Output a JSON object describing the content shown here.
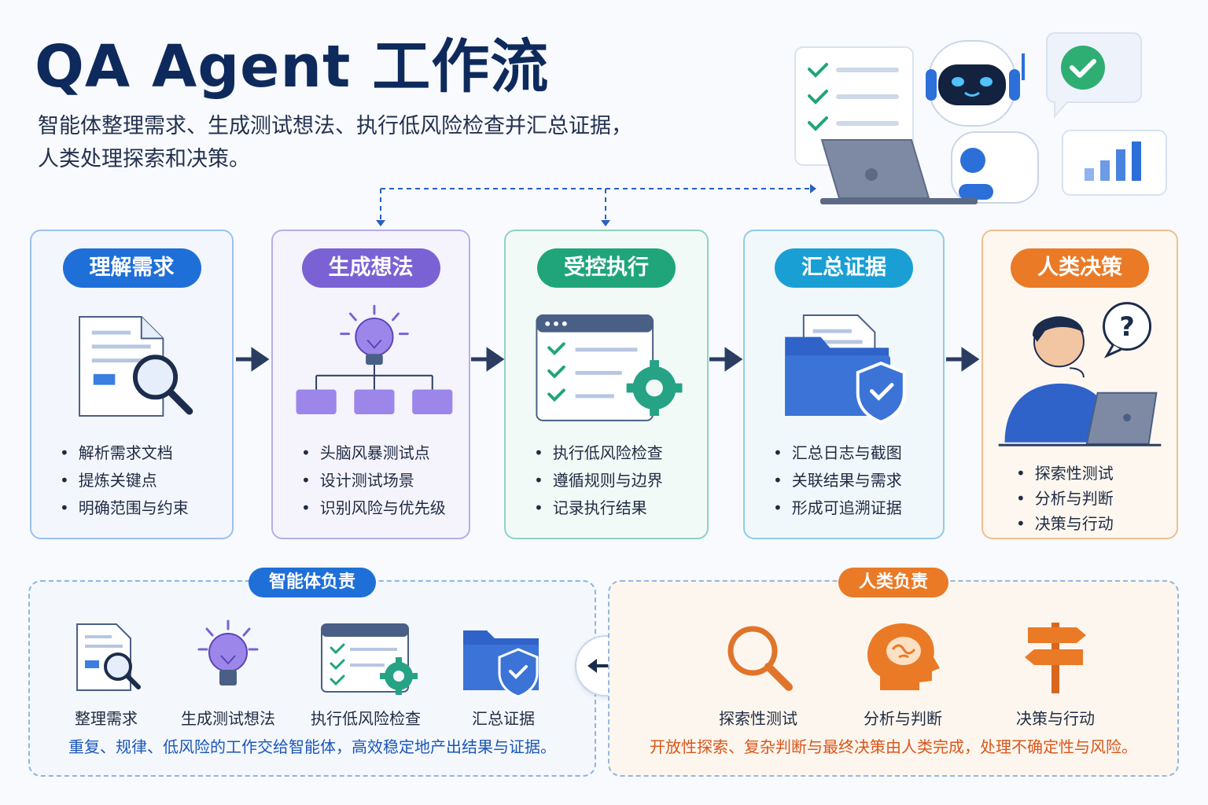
{
  "header": {
    "title": "QA Agent 工作流",
    "subtitle_line1": "智能体整理需求、生成测试想法、执行低风险检查并汇总证据，",
    "subtitle_line2": "人类处理探索和决策。"
  },
  "stages": [
    {
      "title": "理解需求",
      "color": "#1f6fd8",
      "icon": "document-search-icon",
      "items": [
        "解析需求文档",
        "提炼关键点",
        "明确范围与约束"
      ]
    },
    {
      "title": "生成想法",
      "color": "#7a62d4",
      "icon": "lightbulb-tree-icon",
      "items": [
        "头脑风暴测试点",
        "设计测试场景",
        "识别风险与优先级"
      ]
    },
    {
      "title": "受控执行",
      "color": "#20a57b",
      "icon": "checklist-gear-icon",
      "items": [
        "执行低风险检查",
        "遵循规则与边界",
        "记录执行结果"
      ]
    },
    {
      "title": "汇总证据",
      "color": "#1a9fd4",
      "icon": "folder-shield-icon",
      "items": [
        "汇总日志与截图",
        "关联结果与需求",
        "形成可追溯证据"
      ]
    },
    {
      "title": "人类决策",
      "color": "#ea7a26",
      "icon": "thinking-person-icon",
      "items": [
        "探索性测试",
        "分析与判断",
        "决策与行动"
      ]
    }
  ],
  "agent_panel": {
    "tag": "智能体负责",
    "items": [
      {
        "label": "整理需求",
        "icon": "document-search-icon"
      },
      {
        "label": "生成测试想法",
        "icon": "lightbulb-icon"
      },
      {
        "label": "执行低风险检查",
        "icon": "checklist-gear-icon"
      },
      {
        "label": "汇总证据",
        "icon": "folder-shield-icon"
      }
    ],
    "note": "重复、规律、低风险的工作交给智能体，高效稳定地产出结果与证据。"
  },
  "human_panel": {
    "tag": "人类负责",
    "items": [
      {
        "label": "探索性测试",
        "icon": "magnifier-icon"
      },
      {
        "label": "分析与判断",
        "icon": "brain-icon"
      },
      {
        "label": "决策与行动",
        "icon": "signpost-icon"
      }
    ],
    "note": "开放性探索、复杂判断与最终决策由人类完成，处理不确定性与风险。"
  },
  "colors": {
    "title": "#0e2a5c",
    "agent": "#1f6fd8",
    "human": "#ea7a26",
    "arrow": "#2a3c62"
  }
}
